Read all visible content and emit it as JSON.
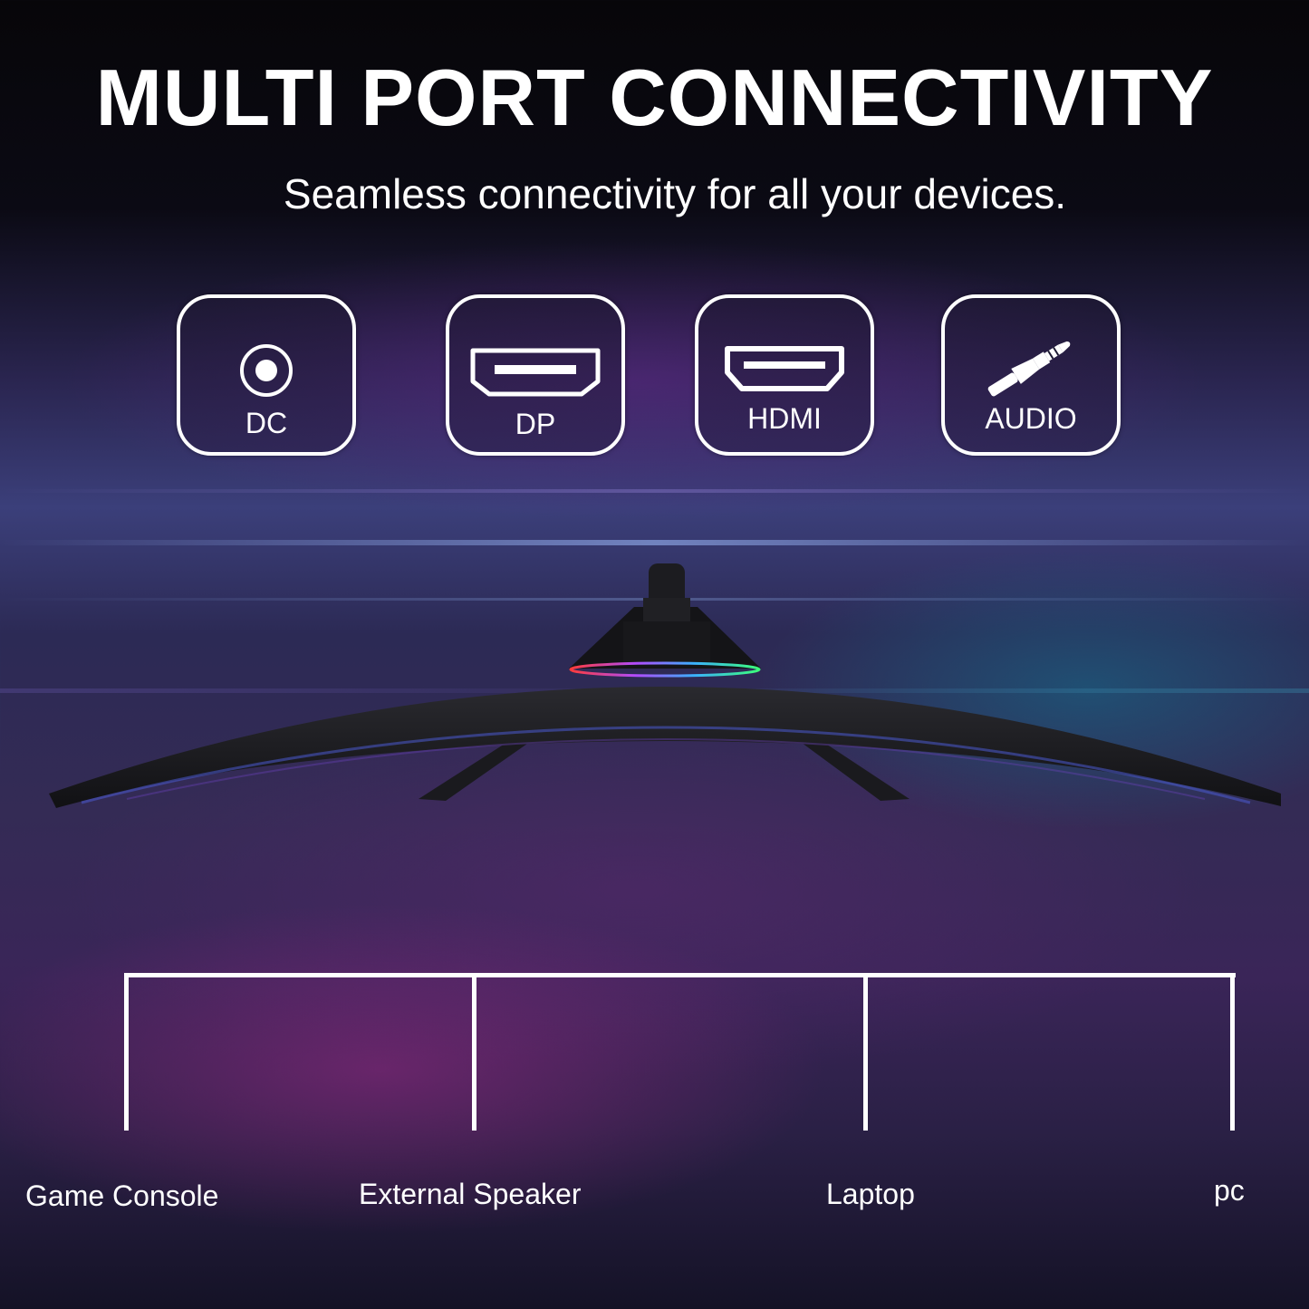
{
  "header": {
    "title": "MULTI PORT CONNECTIVITY",
    "subtitle": "Seamless connectivity for all your devices."
  },
  "ports": [
    {
      "label": "DC",
      "icon": "dc-power-jack-icon"
    },
    {
      "label": "DP",
      "icon": "displayport-icon"
    },
    {
      "label": "HDMI",
      "icon": "hdmi-icon"
    },
    {
      "label": "AUDIO",
      "icon": "audio-jack-icon"
    }
  ],
  "devices": [
    {
      "label": "Game Console"
    },
    {
      "label": "External Speaker"
    },
    {
      "label": "Laptop"
    },
    {
      "label": "pc"
    }
  ],
  "colors": {
    "text": "#ffffff",
    "card_border": "#ffffff",
    "monitor_body": "#1a1a1e"
  }
}
